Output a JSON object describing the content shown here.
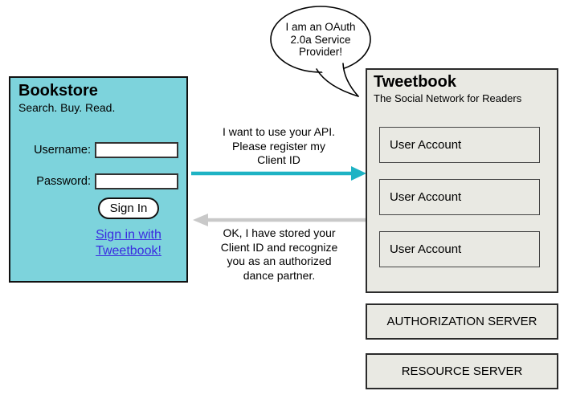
{
  "speech_bubble": {
    "lines": [
      "I am an OAuth",
      "2.0a Service",
      "Provider!"
    ]
  },
  "bookstore": {
    "title": "Bookstore",
    "tagline": "Search. Buy. Read.",
    "form": {
      "username_label": "Username:",
      "username_value": "",
      "password_label": "Password:",
      "password_value": "",
      "sign_in_label": "Sign In",
      "oauth_link_label": "Sign in with Tweetbook!"
    }
  },
  "messages": {
    "request_lines": [
      "I want to use your API.",
      "Please register my",
      "Client ID"
    ],
    "response_lines": [
      "OK, I have stored your",
      "Client ID and recognize",
      "you as an authorized",
      "dance partner."
    ]
  },
  "tweetbook": {
    "title": "Tweetbook",
    "tagline": "The Social Network for Readers",
    "accounts": [
      {
        "label": "User Account"
      },
      {
        "label": "User Account"
      },
      {
        "label": "User Account"
      }
    ]
  },
  "servers": {
    "authorization_label": "AUTHORIZATION SERVER",
    "resource_label": "RESOURCE SERVER"
  },
  "colors": {
    "bookstore_fill": "#7dd3dc",
    "request_arrow": "#1fb3c4",
    "response_arrow": "#c9c9c9",
    "panel_fill": "#e9e9e3",
    "link_blue": "#3a2be0"
  }
}
